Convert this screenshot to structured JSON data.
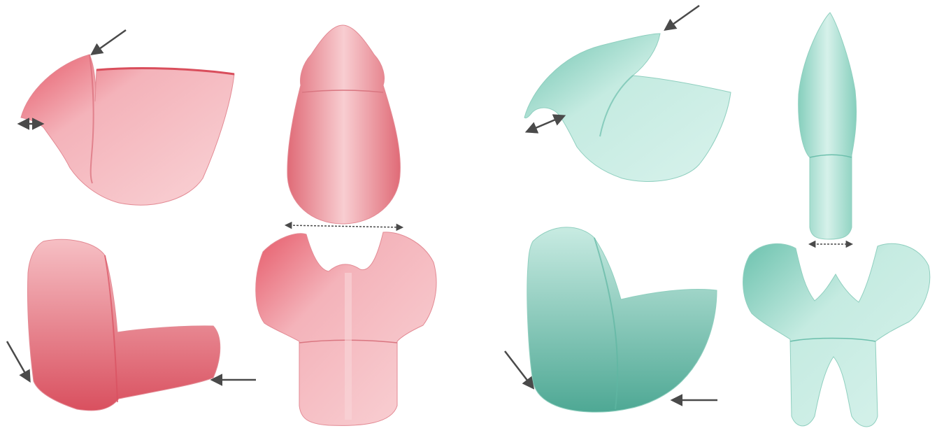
{
  "figure": {
    "panels": [
      {
        "id": "red-specimen",
        "views": [
          "lateral-top",
          "dorsal-top",
          "lateral-bottom",
          "ventral-bottom"
        ]
      },
      {
        "id": "teal-specimen",
        "views": [
          "lateral-top",
          "dorsal-top",
          "lateral-bottom",
          "ventral-bottom"
        ]
      }
    ]
  },
  "colors": {
    "red_light": "#f7c4c8",
    "red_mid": "#ee8f98",
    "red_dark": "#d94e5c",
    "teal_light": "#cfeee6",
    "teal_mid": "#9fd9ca",
    "teal_dark": "#4fae98",
    "arrow": "#4a4a4a",
    "background": "#ffffff"
  },
  "annotations": {
    "arrow_icon": "arrow-icon",
    "double_arrow_icon": "double-arrow-icon",
    "dashed_double_arrow_icon": "dashed-double-arrow-icon"
  }
}
